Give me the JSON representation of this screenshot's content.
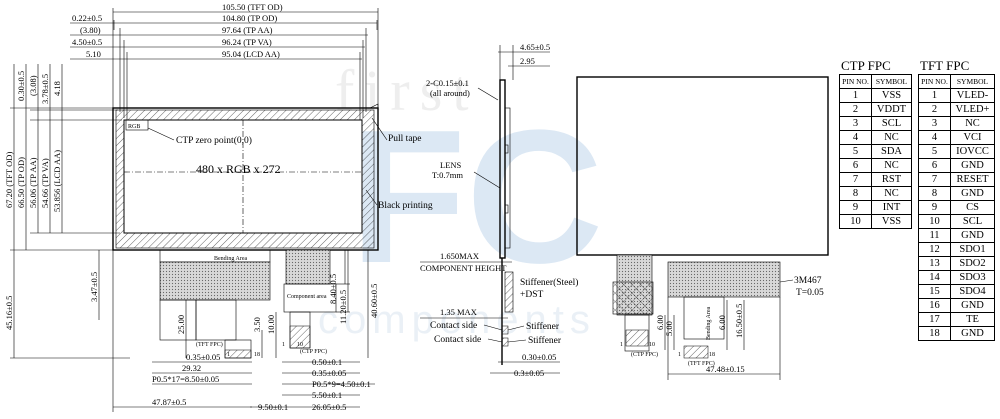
{
  "watermark": {
    "line1": "first",
    "line2": "FC",
    "line3": "components"
  },
  "front_view": {
    "top_dims": [
      "105.50 (TFT OD)",
      "104.80 (TP OD)",
      "97.64 (TP AA)",
      "96.24 (TP VA)",
      "95.04 (LCD AA)"
    ],
    "top_left_dims": [
      "0.22±0.5",
      "(3.80)",
      "4.50±0.5",
      "5.10"
    ],
    "left_small_dims": [
      "0.30±0.5",
      "(3.08)",
      "3.78±0.5",
      "4.18"
    ],
    "left_dims": [
      "67.20 (TFT OD)",
      "66.50 (TP OD)",
      "56.06 (TP AA)",
      "54.66 (TP VA)",
      "53.856 (LCD AA)"
    ],
    "left_lower_dims": [
      "45.16±0.5",
      "3.47±0.5"
    ],
    "right_dims": [
      "8.40±0.5",
      "11.20±0.5",
      "40.60±0.5"
    ],
    "ctp_zero": "CTP zero point(0,0)",
    "corner_tag": "RGB",
    "resolution": "480 x RGB x 272",
    "pull_tape": "Pull tape",
    "black_printing": "Black printing",
    "bending_area": "Bending Area",
    "component_area": "Component area",
    "fpc_vertical": [
      "25.00",
      "3.50",
      "10.00"
    ],
    "tft_fpc": "(TFT FPC)",
    "ctp_fpc": "(CTP FPC)",
    "fpc_pin_left": [
      "1",
      "18"
    ],
    "fpc_pin_right": [
      "1",
      "10"
    ],
    "bottom_left_dims": [
      "0.35±0.05",
      "29.32",
      "P0.5*17=8.50±0.05",
      "47.87±0.5"
    ],
    "bottom_right_dims": [
      "0.50±0.1",
      "0.35±0.05",
      "P0.5*9=4.50±0.1",
      "5.50±0.1",
      "9.50±0.1",
      "26.05±0.5"
    ]
  },
  "side_view": {
    "top_dims": [
      "4.65±0.5",
      "2.95"
    ],
    "chamfer": [
      "2-C0.15±0.1",
      "(all around)"
    ],
    "lens": [
      "LENS",
      "T:0.7mm"
    ],
    "comp_height": [
      "1.650MAX",
      "COMPONENT HEIGHT"
    ],
    "stiffener_steel": [
      "Stiffener(Steel)",
      "+DST"
    ],
    "max_135": "1.35 MAX",
    "contact_side": "Contact side",
    "stiffener": "Stiffener",
    "bottom_dims": [
      "0.30±0.05",
      "0.3±0.05"
    ]
  },
  "back_view": {
    "tape": [
      "3M467",
      "T=0.05"
    ],
    "vert_dims": [
      "5.00",
      "6.00",
      "6.00",
      "16.50±0.5"
    ],
    "bending_area": "Bending Area",
    "ctp_fpc": "(CTP FPC)",
    "tft_fpc": "(TFT FPC)",
    "pins": [
      "1",
      "10",
      "1",
      "18"
    ],
    "width": "47.48±0.15"
  },
  "ctp_fpc": {
    "title": "CTP FPC",
    "headers": [
      "PIN NO.",
      "SYMBOL"
    ],
    "rows": [
      [
        "1",
        "VSS"
      ],
      [
        "2",
        "VDDT"
      ],
      [
        "3",
        "SCL"
      ],
      [
        "4",
        "NC"
      ],
      [
        "5",
        "SDA"
      ],
      [
        "6",
        "NC"
      ],
      [
        "7",
        "RST"
      ],
      [
        "8",
        "NC"
      ],
      [
        "9",
        "INT"
      ],
      [
        "10",
        "VSS"
      ]
    ]
  },
  "tft_fpc": {
    "title": "TFT FPC",
    "headers": [
      "PIN NO.",
      "SYMBOL"
    ],
    "rows": [
      [
        "1",
        "VLED-"
      ],
      [
        "2",
        "VLED+"
      ],
      [
        "3",
        "NC"
      ],
      [
        "4",
        "VCI"
      ],
      [
        "5",
        "IOVCC"
      ],
      [
        "6",
        "GND"
      ],
      [
        "7",
        "RESET"
      ],
      [
        "8",
        "GND"
      ],
      [
        "9",
        "CS"
      ],
      [
        "10",
        "SCL"
      ],
      [
        "11",
        "GND"
      ],
      [
        "12",
        "SDO1"
      ],
      [
        "13",
        "SDO2"
      ],
      [
        "14",
        "SDO3"
      ],
      [
        "15",
        "SDO4"
      ],
      [
        "16",
        "GND"
      ],
      [
        "17",
        "TE"
      ],
      [
        "18",
        "GND"
      ]
    ]
  }
}
